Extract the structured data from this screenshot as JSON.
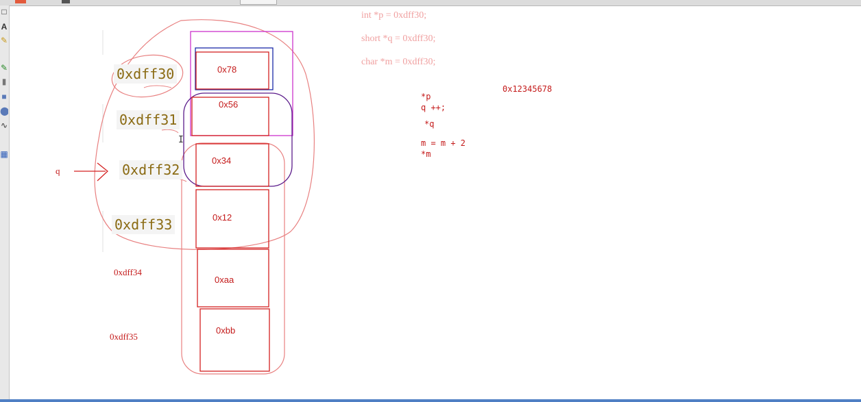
{
  "memory_cells": [
    {
      "address": "0xdff30",
      "value": "0x78"
    },
    {
      "address": "0xdff31",
      "value": "0x56"
    },
    {
      "address": "0xdff32",
      "value": "0x34"
    },
    {
      "address": "0xdff33",
      "value": "0x12"
    },
    {
      "address": "0xdff34",
      "value": "0xaa"
    },
    {
      "address": "0xdff35",
      "value": "0xbb"
    }
  ],
  "pointer_label": "q",
  "code_lines": [
    "int *p = 0xdff30;",
    "short *q = 0xdff30;",
    "char *m = 0xdff30;"
  ],
  "notes": {
    "hex_value": "0x12345678",
    "deref_p": "*p",
    "q_increment": "q ++;",
    "deref_q": "*q",
    "m_plus": "m = m + 2",
    "deref_m": "*m"
  },
  "colors": {
    "ink_red": "#d42020",
    "address_text": "#8a6a12",
    "code_text": "#f0a0a0",
    "magenta_box": "#cc33cc",
    "blue_box": "#1a2aa8",
    "purple_box": "#5a1a8a",
    "faint_red": "#e88080"
  },
  "toolbar_icons": [
    "select-icon",
    "text-icon",
    "pen-icon",
    "marker-icon",
    "eraser-icon",
    "rectangle-icon",
    "ellipse-icon",
    "curve-icon",
    "color-icon"
  ]
}
